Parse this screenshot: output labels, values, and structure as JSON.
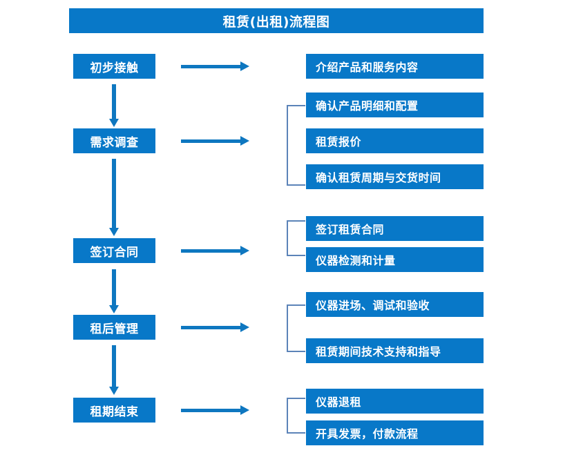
{
  "header": {
    "title": "租赁(出租)流程图"
  },
  "colors": {
    "box_blue": "#0878c8",
    "arrow_blue": "#0e77c0",
    "bracket_blue": "#5b83b8",
    "box_text": "#ffffff",
    "background": "#ffffff"
  },
  "stages": [
    {
      "label": "初步接触"
    },
    {
      "label": "需求调查"
    },
    {
      "label": "签订合同"
    },
    {
      "label": "租后管理"
    },
    {
      "label": "租期结束"
    }
  ],
  "details": [
    {
      "label": "介绍产品和服务内容"
    },
    {
      "label": "确认产品明细和配置"
    },
    {
      "label": "租赁报价"
    },
    {
      "label": "确认租赁周期与交货时间"
    },
    {
      "label": "签订租赁合同"
    },
    {
      "label": "仪器检测和计量"
    },
    {
      "label": "仪器进场、调试和验收"
    },
    {
      "label": "租赁期间技术支持和指导"
    },
    {
      "label": "仪器退租"
    },
    {
      "label": "开具发票，付款流程"
    }
  ],
  "chart_data": {
    "type": "diagram",
    "title": "租赁(出租)流程图",
    "diagram_kind": "flowchart",
    "orientation": "top-to-bottom with right-side detail branches",
    "nodes": [
      {
        "stage": "初步接触",
        "details": [
          "介绍产品和服务内容"
        ],
        "bracketed": false
      },
      {
        "stage": "需求调查",
        "details": [
          "确认产品明细和配置",
          "租赁报价",
          "确认租赁周期与交货时间"
        ],
        "bracketed": true
      },
      {
        "stage": "签订合同",
        "details": [
          "签订租赁合同",
          "仪器检测和计量"
        ],
        "bracketed": true
      },
      {
        "stage": "租后管理",
        "details": [
          "仪器进场、调试和验收",
          "租赁期间技术支持和指导"
        ],
        "bracketed": true
      },
      {
        "stage": "租期结束",
        "details": [
          "仪器退租",
          "开具发票，付款流程"
        ],
        "bracketed": true
      }
    ],
    "edges": [
      {
        "from": "初步接触",
        "to": "需求调查",
        "kind": "vertical-arrow"
      },
      {
        "from": "需求调查",
        "to": "签订合同",
        "kind": "vertical-arrow"
      },
      {
        "from": "签订合同",
        "to": "租后管理",
        "kind": "vertical-arrow"
      },
      {
        "from": "租后管理",
        "to": "租期结束",
        "kind": "vertical-arrow"
      },
      {
        "from": "初步接触",
        "to": "介绍产品和服务内容",
        "kind": "horizontal-arrow"
      },
      {
        "from": "需求调查",
        "to": "确认产品明细和配置",
        "kind": "horizontal-arrow"
      },
      {
        "from": "签订合同",
        "to": "签订租赁合同",
        "kind": "horizontal-arrow"
      },
      {
        "from": "租后管理",
        "to": "仪器进场、调试和验收",
        "kind": "horizontal-arrow"
      },
      {
        "from": "租期结束",
        "to": "仪器退租",
        "kind": "horizontal-arrow"
      }
    ]
  }
}
